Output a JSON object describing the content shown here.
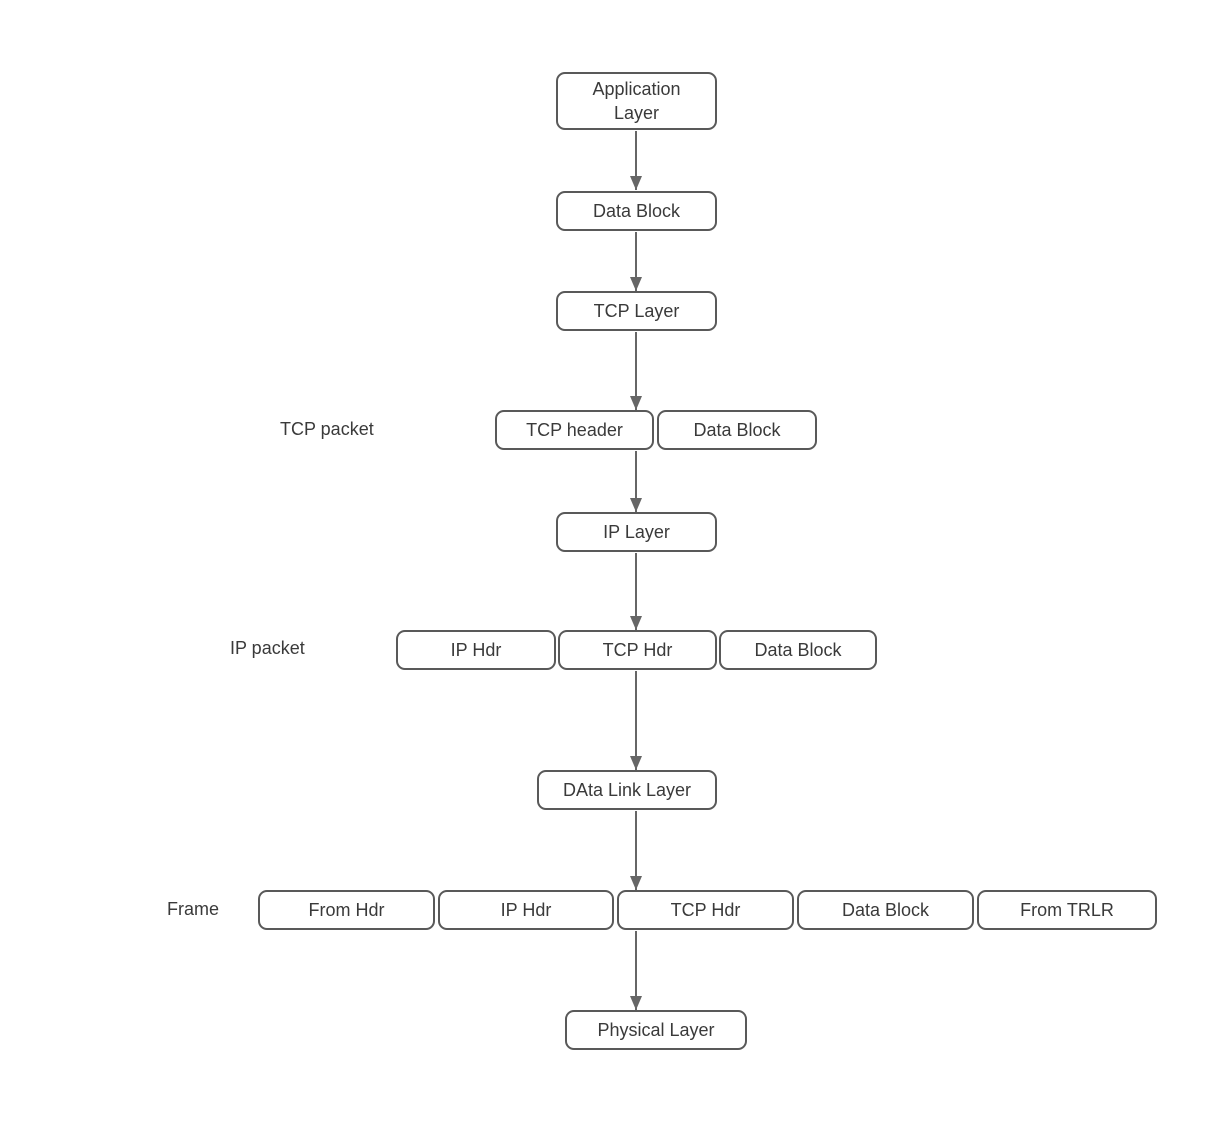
{
  "colors": {
    "background": "#ffffff",
    "box_border": "#595959",
    "box_fill": "#ffffff",
    "text": "#3a3a3a",
    "arrow": "#666666"
  },
  "nodes": {
    "application_layer": "Application Layer",
    "data_block_top": "Data Block",
    "tcp_layer": "TCP Layer",
    "ip_layer": "IP Layer",
    "data_link_layer": "DAta Link Layer",
    "physical_layer": "Physical Layer"
  },
  "rows": {
    "tcp_packet": {
      "label": "TCP packet",
      "cells": [
        "TCP header",
        "Data Block"
      ]
    },
    "ip_packet": {
      "label": "IP packet",
      "cells": [
        "IP Hdr",
        "TCP Hdr",
        "Data Block"
      ]
    },
    "frame": {
      "label": "Frame",
      "cells": [
        "From Hdr",
        "IP Hdr",
        "TCP Hdr",
        "Data Block",
        "From TRLR"
      ]
    }
  }
}
